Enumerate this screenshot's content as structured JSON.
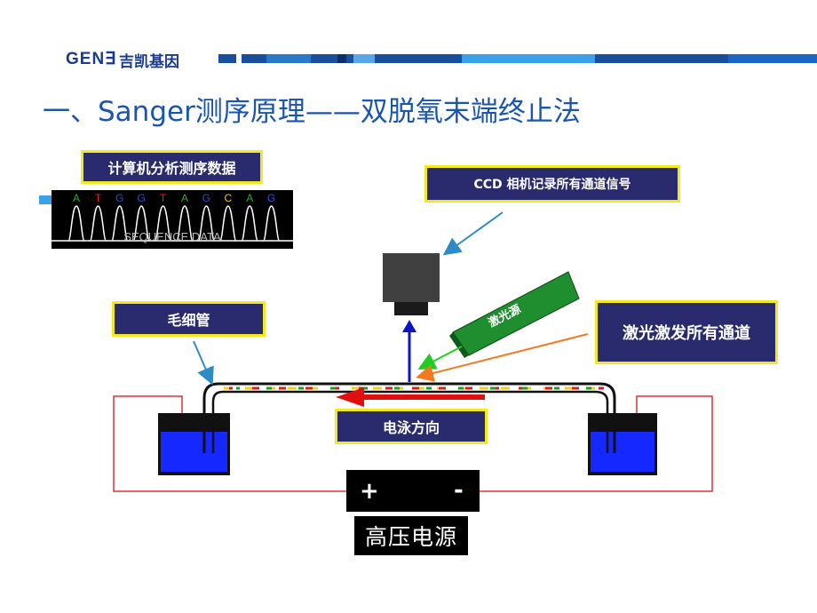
{
  "header": {
    "logo_text": "GEN∃",
    "logo_cn": "吉凯基因",
    "title": "一、Sanger测序原理——双脱氧末端终止法"
  },
  "labels": {
    "computer": "计算机分析测序数据",
    "ccd": "CCD 相机记录所有通道信号",
    "capillary": "毛细管",
    "laser": "激光源",
    "laser_all": "激光激发所有通道",
    "electrophoresis": "电泳方向",
    "hv_source": "高压电源",
    "plus": "+",
    "minus": "-"
  },
  "sequence": {
    "bases": [
      "A",
      "T",
      "G",
      "G",
      "T",
      "A",
      "G",
      "C",
      "A",
      "G"
    ],
    "base_colors": {
      "A": "#2ea82e",
      "T": "#e02020",
      "G": "#2a4dd8",
      "C": "#f0c020"
    },
    "watermark": "SEQUENCE DATA"
  },
  "colors": {
    "title": "#1a55b0",
    "label_bg": "#2a2a6e",
    "label_border": "#f2ea1e",
    "buffer": "#1428ff",
    "wire": "#e0303a",
    "laser_beam": "#22cc22",
    "excitation_arrow": "#f07a20",
    "electrophoresis_arrow": "#e01010",
    "pointer_arrow": "#2f8bc8",
    "signal_arrow": "#0a14c8",
    "laser_body": "#1e8e2e"
  }
}
